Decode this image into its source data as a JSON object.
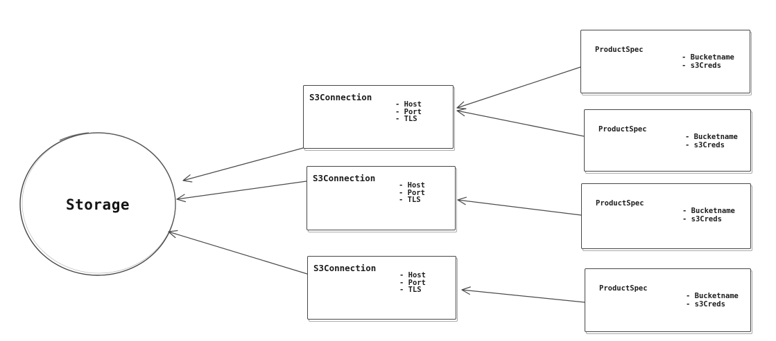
{
  "diagram": {
    "background_color": "#ffffff",
    "stroke_color": "#454545",
    "text_color": "#1c1c1c",
    "storage": {
      "label": "Storage"
    },
    "s3_connections": [
      {
        "title": "S3Connection",
        "attributes": [
          "- Host",
          "- Port",
          "- TLS"
        ]
      },
      {
        "title": "S3Connection",
        "attributes": [
          "- Host",
          "- Port",
          "- TLS"
        ]
      },
      {
        "title": "S3Connection",
        "attributes": [
          "- Host",
          "- Port",
          "- TLS"
        ]
      }
    ],
    "product_specs": [
      {
        "title": "ProductSpec",
        "attributes": [
          "- Bucketname",
          "- s3Creds"
        ]
      },
      {
        "title": "ProductSpec",
        "attributes": [
          "- Bucketname",
          "- s3Creds"
        ]
      },
      {
        "title": "ProductSpec",
        "attributes": [
          "- Bucketname",
          "- s3Creds"
        ]
      },
      {
        "title": "ProductSpec",
        "attributes": [
          "- Bucketname",
          "- s3Creds"
        ]
      }
    ],
    "edges": [
      {
        "from": "s3connection-1",
        "to": "storage"
      },
      {
        "from": "s3connection-2",
        "to": "storage"
      },
      {
        "from": "s3connection-3",
        "to": "storage"
      },
      {
        "from": "productspec-1",
        "to": "s3connection-1"
      },
      {
        "from": "productspec-2",
        "to": "s3connection-1"
      },
      {
        "from": "productspec-3",
        "to": "s3connection-2"
      },
      {
        "from": "productspec-4",
        "to": "s3connection-3"
      }
    ]
  }
}
